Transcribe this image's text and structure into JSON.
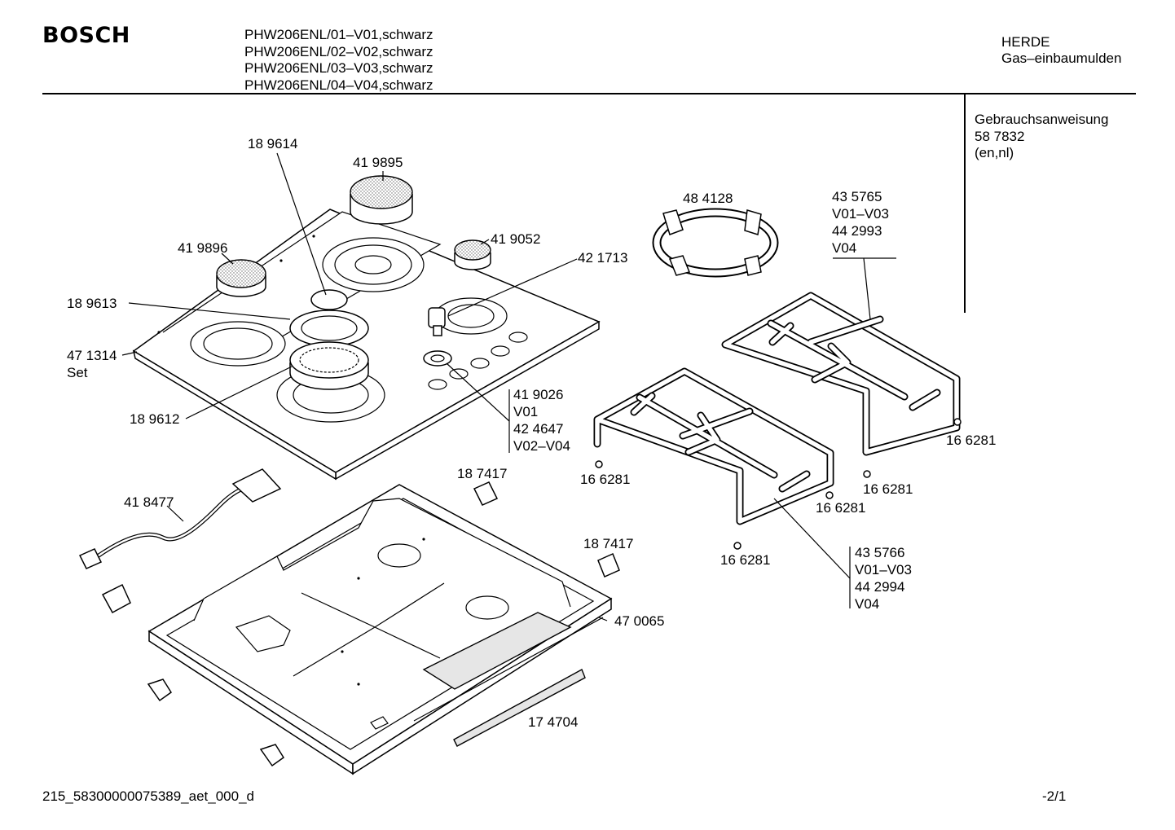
{
  "header": {
    "brand": "BOSCH",
    "models": [
      "PHW206ENL/01–V01,schwarz",
      "PHW206ENL/02–V02,schwarz",
      "PHW206ENL/03–V03,schwarz",
      "PHW206ENL/04–V04,schwarz"
    ],
    "category": [
      "HERDE",
      "Gas–einbaumulden"
    ],
    "manual": [
      "Gebrauchsanweisung",
      "58 7832",
      "(en,nl)"
    ]
  },
  "parts": {
    "p189614": "18 9614",
    "p419895": "41 9895",
    "p419896": "41 9896",
    "p419052": "41 9052",
    "p421713": "42 1713",
    "p189613": "18 9613",
    "p471314": [
      "47 1314",
      "Set"
    ],
    "p189612": "18 9612",
    "p419026": [
      "41 9026",
      "V01",
      "42 4647",
      "V02–V04"
    ],
    "p484128": "48 4128",
    "p435765": [
      "43 5765",
      "V01–V03",
      "44 2993",
      "V04"
    ],
    "p166281": [
      "16 6281",
      "16 6281",
      "16 6281",
      "16 6281",
      "16 6281"
    ],
    "p435766": [
      "43 5766",
      "V01–V03",
      "44 2994",
      "V04"
    ],
    "p418477": "41 8477",
    "p187417": [
      "18 7417",
      "18 7417"
    ],
    "p470065": "47 0065",
    "p174704": "17 4704"
  },
  "footer": {
    "doc_id": "215_58300000075389_aet_000_d",
    "page": "-2/1"
  }
}
